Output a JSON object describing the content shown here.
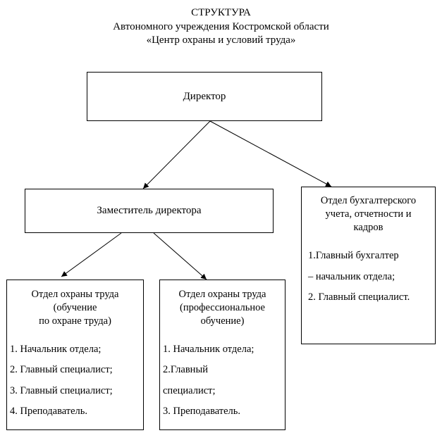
{
  "header": {
    "line1": "СТРУКТУРА",
    "line2": "Автономного учреждения Костромской области",
    "line3": "«Центр охраны и условий труда»"
  },
  "director": {
    "label": "Директор"
  },
  "deputy": {
    "label": "Заместитель директора"
  },
  "accounting": {
    "title": [
      "Отдел бухгалтерского",
      "учета, отчетности и",
      "кадров"
    ],
    "items": [
      "1.Главный бухгалтер",
      "– начальник отдела;",
      "2. Главный специалист."
    ]
  },
  "safety_training": {
    "title": [
      "Отдел охраны труда",
      "(обучение",
      "по охране труда)"
    ],
    "items": [
      "1. Начальник отдела;",
      "2. Главный специалист;",
      "3. Главный специалист;",
      "4. Преподаватель."
    ]
  },
  "safety_professional": {
    "title": [
      "Отдел охраны труда",
      "(профессиональное",
      "обучение)"
    ],
    "items": [
      "1. Начальник отдела;",
      "2.Главный",
      "специалист;",
      "3. Преподаватель."
    ]
  }
}
